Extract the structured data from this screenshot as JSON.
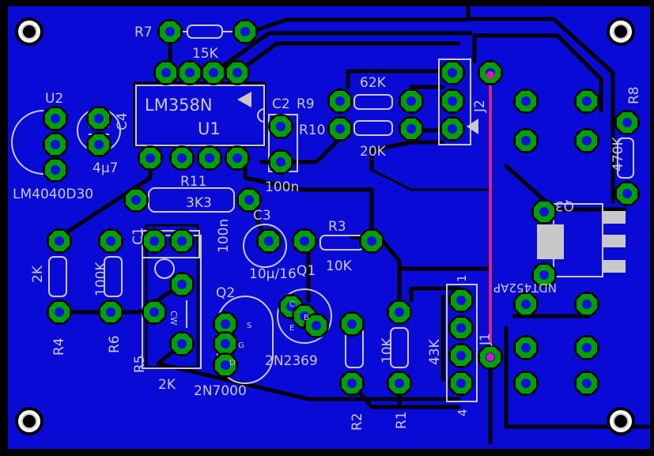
{
  "colors": {
    "copper": "#0a0ad6",
    "pad": "#00a000",
    "drill": "#1010e0",
    "silk": "#c8c8c8",
    "jumper": "#d020b0",
    "clearance": "#000000"
  },
  "icons": [
    "mounting-hole-icon",
    "diode-icon",
    "capacitor-icon",
    "resistor-icon",
    "transistor-icon",
    "potentiometer-icon",
    "jumper-wire-icon"
  ],
  "labels": {
    "r7": "R7",
    "r7v": "15K",
    "u2": "U2",
    "u2v": "LM4040D30",
    "c4": "C4",
    "c4v": "4μ7",
    "u1v": "LM358N",
    "u1": "U1",
    "c2": "C2",
    "c2v": "100n",
    "r9": "R9",
    "r9v": "62K",
    "r10": "R10",
    "r10v": "20K",
    "j2": "J2",
    "r8": "R8",
    "r8v": "470K",
    "q3": "Q3",
    "q3v": "NDT452AP",
    "r11": "R11",
    "r11v": "3K3",
    "c3": "C3",
    "c3v": "10μ/16",
    "r3": "R3",
    "r3v": "10K",
    "c1": "C1",
    "c1v": "100n",
    "r4": "R4",
    "r4v": "2K",
    "r6": "R6",
    "r6v": "100K",
    "q2": "Q2",
    "q2v": "2N7000",
    "q1": "Q1",
    "q1v": "2N2369",
    "r5": "R5",
    "r5v": "2K",
    "r2": "R2",
    "r2v": "10K",
    "r1": "R1",
    "r1v": "43K",
    "j1": "J1",
    "j1p1": "1",
    "j1p4": "4",
    "cw": "CW",
    "q1e": "E",
    "q1b": "B",
    "q1c": "C",
    "q2d": "D",
    "q2g": "G",
    "q2s": "S"
  }
}
